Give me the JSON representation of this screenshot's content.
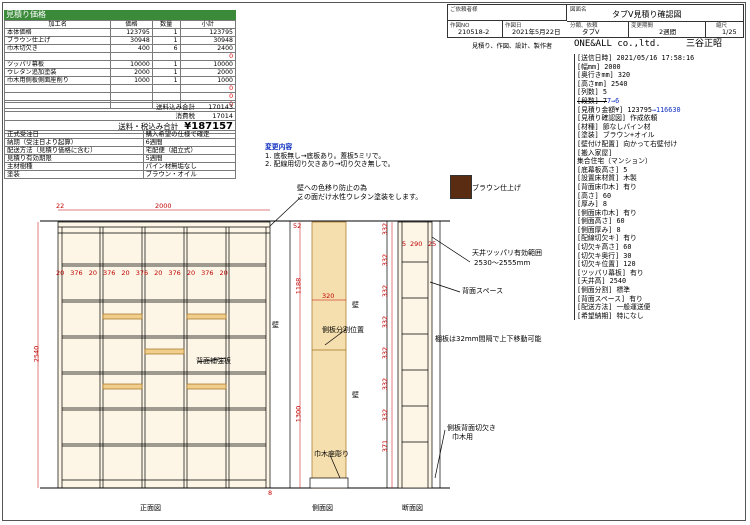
{
  "estimate": {
    "title": "見積り価格",
    "headers": [
      "加工名",
      "価格",
      "数量",
      "小計"
    ],
    "rows": [
      [
        "本体価格",
        "123795",
        "1",
        "123795"
      ],
      [
        "ブラウン仕上げ",
        "30948",
        "1",
        "30948"
      ],
      [
        "巾木切欠き",
        "400",
        "6",
        "2400"
      ],
      [
        "",
        "",
        "",
        "0"
      ],
      [
        "ツッパリ幕板",
        "10000",
        "1",
        "10000"
      ],
      [
        "ウレタン追加塗装",
        "2000",
        "1",
        "2000"
      ],
      [
        "巾木用側板側面座削り",
        "1000",
        "1",
        "1000"
      ],
      [
        "",
        "",
        "",
        "0"
      ],
      [
        "",
        "",
        "",
        "0"
      ],
      [
        "",
        "",
        "",
        "0"
      ]
    ],
    "subtotal_label": "送料込み合計",
    "subtotal": "170143",
    "tax_label": "消費税",
    "tax": "17014",
    "total_label": "送料・税込み合計",
    "total": "¥187157"
  },
  "order_info": [
    [
      "正式受注日",
      "購入希望の仕様で確定"
    ],
    [
      "納期（受注日より起算）",
      "6週間"
    ],
    [
      "配送方法（見積り価格に含む）",
      "宅配便（組立式）"
    ],
    [
      "見積り有効期限",
      "5週間"
    ],
    [
      "主材樹種",
      "パイン材無垢なし"
    ],
    [
      "塗装",
      "ブラウン・オイル"
    ]
  ],
  "title_block": {
    "customer_label": "ご依頼者様",
    "drawing_no_label": "作図NO",
    "drawing_no": "210518-2",
    "drawing_date_label": "作図日",
    "drawing_date": "2021年5月22日",
    "drawing_name_label": "図面名",
    "drawing_name": "タブV見積り確認図",
    "category_label": "分類、依頼",
    "category": "タブV",
    "change_period_label": "変更期間",
    "change_period": "2週間",
    "revision_label": "縮尺",
    "revision": "1/25",
    "note": "見積り、作図、設計、製作者",
    "company": "ONE&ALL co.,ltd.",
    "person": "三谷正昭"
  },
  "spec": {
    "lines": [
      "[送信日時] 2021/05/16 17:58:16",
      "[幅mm] 2000",
      "[奥行きmm] 320",
      "[高さmm] 2540",
      "[列数] 5",
      "[段数] 7",
      "[見積り金額¥] 123795",
      "[見積り確認図] 作成依頼",
      "[材種] 節なしパイン材",
      "[塗装] ブラウン+オイル",
      "[壁付け配置] 向かって右壁付け",
      "[搬入家屋]",
      "集合住宅（マンション）",
      "[底幕板高さ] 5",
      "[設置床材質] 木製",
      "[背面床巾木] 有り",
      "[高さ] 60",
      "[厚み] 8",
      "[側面床巾木] 有り",
      "[側面高さ] 60",
      "[側面厚み] 8",
      "[配線切欠キ] 有り",
      "[切欠キ高さ] 60",
      "[切欠キ奥行] 30",
      "[切欠キ位置] 120",
      "[ツッパリ幕板] 有り",
      "[天井高] 2540",
      "[側面分割] 標準",
      "[背面スペース] 有り",
      "[配送方法] 一般運送便",
      "[希望納期] 特になし"
    ],
    "dan_changed": "7→6",
    "price_new": "→116630"
  },
  "change": {
    "heading": "変更内容",
    "items": [
      "1. 底板無し→底板あり。蓋板5ミリで。",
      "2. 配線用切り欠きあり→切り欠き無しで。"
    ]
  },
  "notes": {
    "wall_note_1": "壁への色移り防止の為",
    "wall_note_2": "この面だけ水性ウレタン塗装をします。",
    "swatch": "ブラウン仕上げ",
    "tsuppari": "天井ツッパリ有効範囲",
    "tsuppari_range": "2530～2555mm",
    "back_space": "背面スペース",
    "shelf_move": "棚板は32mm間隔で上下移動可能",
    "side_split": "側板分割位置",
    "back_reinforce": "背面補強板",
    "habaki_cut": "巾木座彫り",
    "side_cut_1": "側板背面切欠き",
    "side_cut_2": "巾木用",
    "wall": "壁",
    "view_front": "正面図",
    "view_side": "側面図",
    "view_section": "断面図"
  },
  "dims": {
    "width_total": "2000",
    "left_margin": "22",
    "height_total": "2540",
    "col_w": "376",
    "board": "20",
    "side_depth": "320",
    "side_top": "1188",
    "side_bottom": "1300",
    "top_gap": "52",
    "bottom_gap": "8",
    "sec_depth": "290",
    "sec_back": "25",
    "sec_left": "5",
    "pitch": "332",
    "last_pitch": "371"
  }
}
